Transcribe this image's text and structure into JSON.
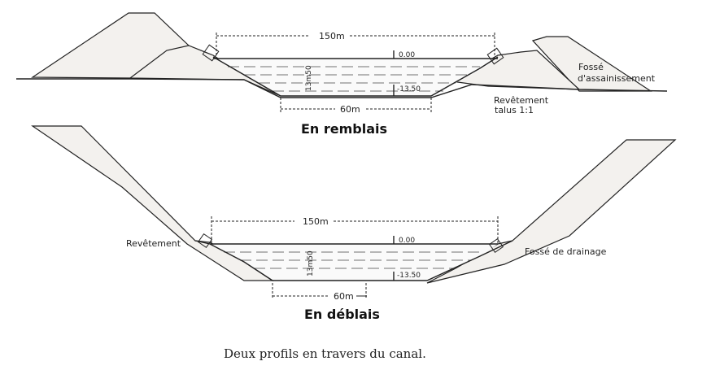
{
  "profile_top": {
    "title": "En remblais",
    "width_top": "150m",
    "width_bottom": "60m",
    "depth": "13m50",
    "level_surface": "0.00",
    "level_bottom": "-13.50",
    "label_revetement": "Revêtement",
    "label_talus": "talus 1:1",
    "label_fosse_1": "Fossé",
    "label_fosse_2": "d'assainissement"
  },
  "profile_bottom": {
    "title": "En déblais",
    "width_top": "150m",
    "width_bottom": "60m",
    "depth": "13m50",
    "level_surface": "0.00",
    "level_bottom": "-13.50",
    "label_revetement": "Revêtement",
    "label_fosse": "Fossé de drainage"
  },
  "caption": "Deux profils en travers du canal."
}
